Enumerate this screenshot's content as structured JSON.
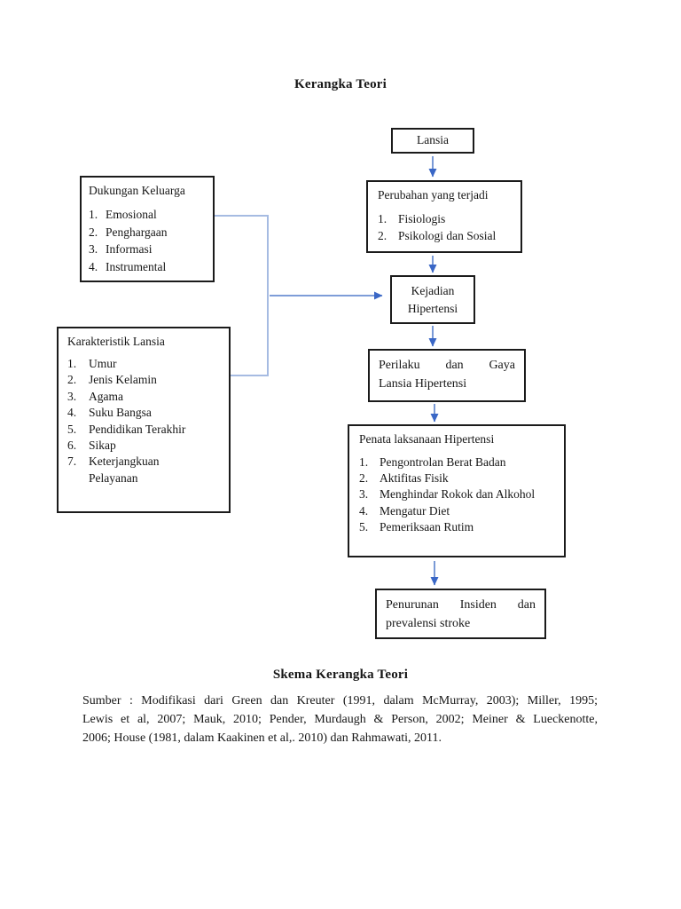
{
  "page": {
    "title": "Kerangka Teori",
    "caption_title": "Skema Kerangka Teori",
    "source": {
      "line1": "Sumber : Modifikasi dari Green dan Kreuter (1991, dalam McMurray, 2003); Miller, 1995;",
      "line2": "Lewis et al, 2007; Mauk, 2010; Pender, Murdaugh & Person, 2002; Meiner & Lueckenotte,",
      "line3": "2006; House (1981, dalam Kaakinen et al,. 2010) dan Rahmawati, 2011."
    }
  },
  "colors": {
    "arrow_shaft": "#6b8fd2",
    "arrow_head": "#3a67c6",
    "connector_line": "#a6bbe2",
    "box_border": "#1b1b1b"
  },
  "boxes": {
    "lansia": {
      "label": "Lansia"
    },
    "perubahan": {
      "title": "Perubahan yang terjadi",
      "items": [
        {
          "num": "1.",
          "text": "Fisiologis"
        },
        {
          "num": "2.",
          "text": "Psikologi dan Sosial"
        }
      ]
    },
    "kejadian": {
      "line1": "Kejadian",
      "line2": "Hipertensi"
    },
    "perilaku": {
      "line1": "Perilaku dan Gaya",
      "line2": "Lansia Hipertensi"
    },
    "penata": {
      "title": "Penata laksanaan Hipertensi",
      "items": [
        {
          "num": "1.",
          "text": "Pengontrolan Berat Badan"
        },
        {
          "num": "2.",
          "text": "Aktifitas Fisik"
        },
        {
          "num": "3.",
          "text": "Menghindar Rokok dan Alkohol"
        },
        {
          "num": "4.",
          "text": "Mengatur Diet"
        },
        {
          "num": "5.",
          "text": "Pemeriksaan Rutim"
        }
      ]
    },
    "penurunan": {
      "line1": "Penurunan Insiden dan",
      "line2": "prevalensi stroke"
    },
    "dukungan": {
      "title": "Dukungan Keluarga",
      "items": [
        {
          "num": "1.",
          "text": "Emosional"
        },
        {
          "num": "2.",
          "text": "Penghargaan"
        },
        {
          "num": "3.",
          "text": "Informasi"
        },
        {
          "num": "4.",
          "text": "Instrumental"
        }
      ]
    },
    "karakteristik": {
      "title": "Karakteristik Lansia",
      "items": [
        {
          "num": "1.",
          "text": "Umur"
        },
        {
          "num": "2.",
          "text": "Jenis Kelamin"
        },
        {
          "num": "3.",
          "text": "Agama"
        },
        {
          "num": "4.",
          "text": "Suku Bangsa"
        },
        {
          "num": "5.",
          "text": "Pendidikan Terakhir"
        },
        {
          "num": "6.",
          "text": "Sikap"
        },
        {
          "num": "7.",
          "text": "Keterjangkuan",
          "text2": "Pelayanan"
        }
      ]
    }
  }
}
